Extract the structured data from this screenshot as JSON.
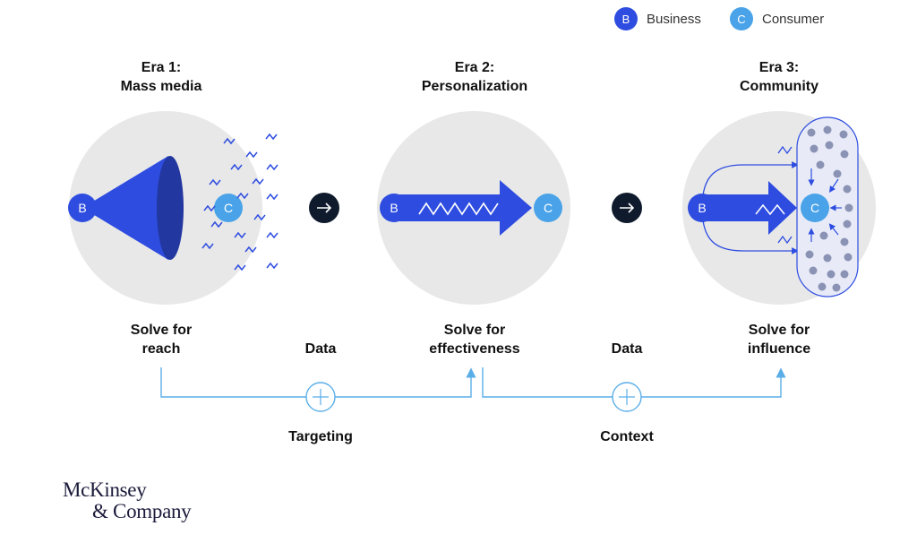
{
  "legend": {
    "business": {
      "letter": "B",
      "label": "Business",
      "color": "#2e4de0"
    },
    "consumer": {
      "letter": "C",
      "label": "Consumer",
      "color": "#4aa3e8"
    }
  },
  "eras": [
    {
      "title_line1": "Era 1:",
      "title_line2": "Mass media",
      "solve_line1": "Solve for",
      "solve_line2": "reach"
    },
    {
      "title_line1": "Era 2:",
      "title_line2": "Personalization",
      "solve_line1": "Solve for",
      "solve_line2": "effectiveness"
    },
    {
      "title_line1": "Era 3:",
      "title_line2": "Community",
      "solve_line1": "Solve for",
      "solve_line2": "influence"
    }
  ],
  "transitions": [
    {
      "data_label": "Data",
      "combine_label": "Targeting"
    },
    {
      "data_label": "Data",
      "combine_label": "Context"
    }
  ],
  "logo": {
    "line1": "McKinsey",
    "line2": "& Company"
  },
  "colors": {
    "circle_bg": "#e8e8e8",
    "business_blue": "#2e4de0",
    "consumer_blue": "#4aa3e8",
    "connector": "#5aaee8",
    "arrow_badge": "#0f1b2d",
    "crowd_dot": "#8b93b5"
  }
}
